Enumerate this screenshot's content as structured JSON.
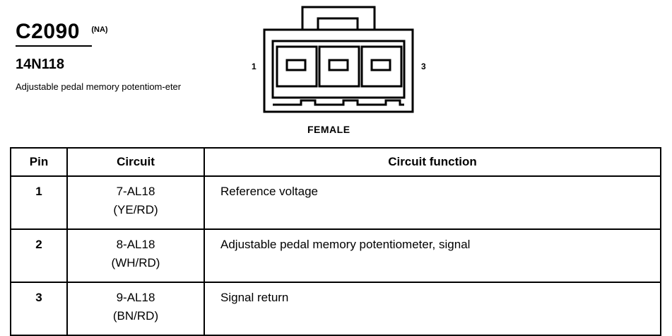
{
  "connector": {
    "id": "C2090",
    "region": "(NA)",
    "part_number": "14N118",
    "description": "Adjustable pedal memory potentiom-eter"
  },
  "diagram": {
    "pin_left": "1",
    "pin_right": "3",
    "view_label": "FEMALE"
  },
  "table": {
    "headers": [
      "Pin",
      "Circuit",
      "Circuit function"
    ],
    "rows": [
      {
        "pin": "1",
        "circuit": "7-AL18",
        "color": "(YE/RD)",
        "function": "Reference voltage"
      },
      {
        "pin": "2",
        "circuit": "8-AL18",
        "color": "(WH/RD)",
        "function": "Adjustable pedal memory potentiometer, signal"
      },
      {
        "pin": "3",
        "circuit": "9-AL18",
        "color": "(BN/RD)",
        "function": "Signal return"
      }
    ]
  }
}
